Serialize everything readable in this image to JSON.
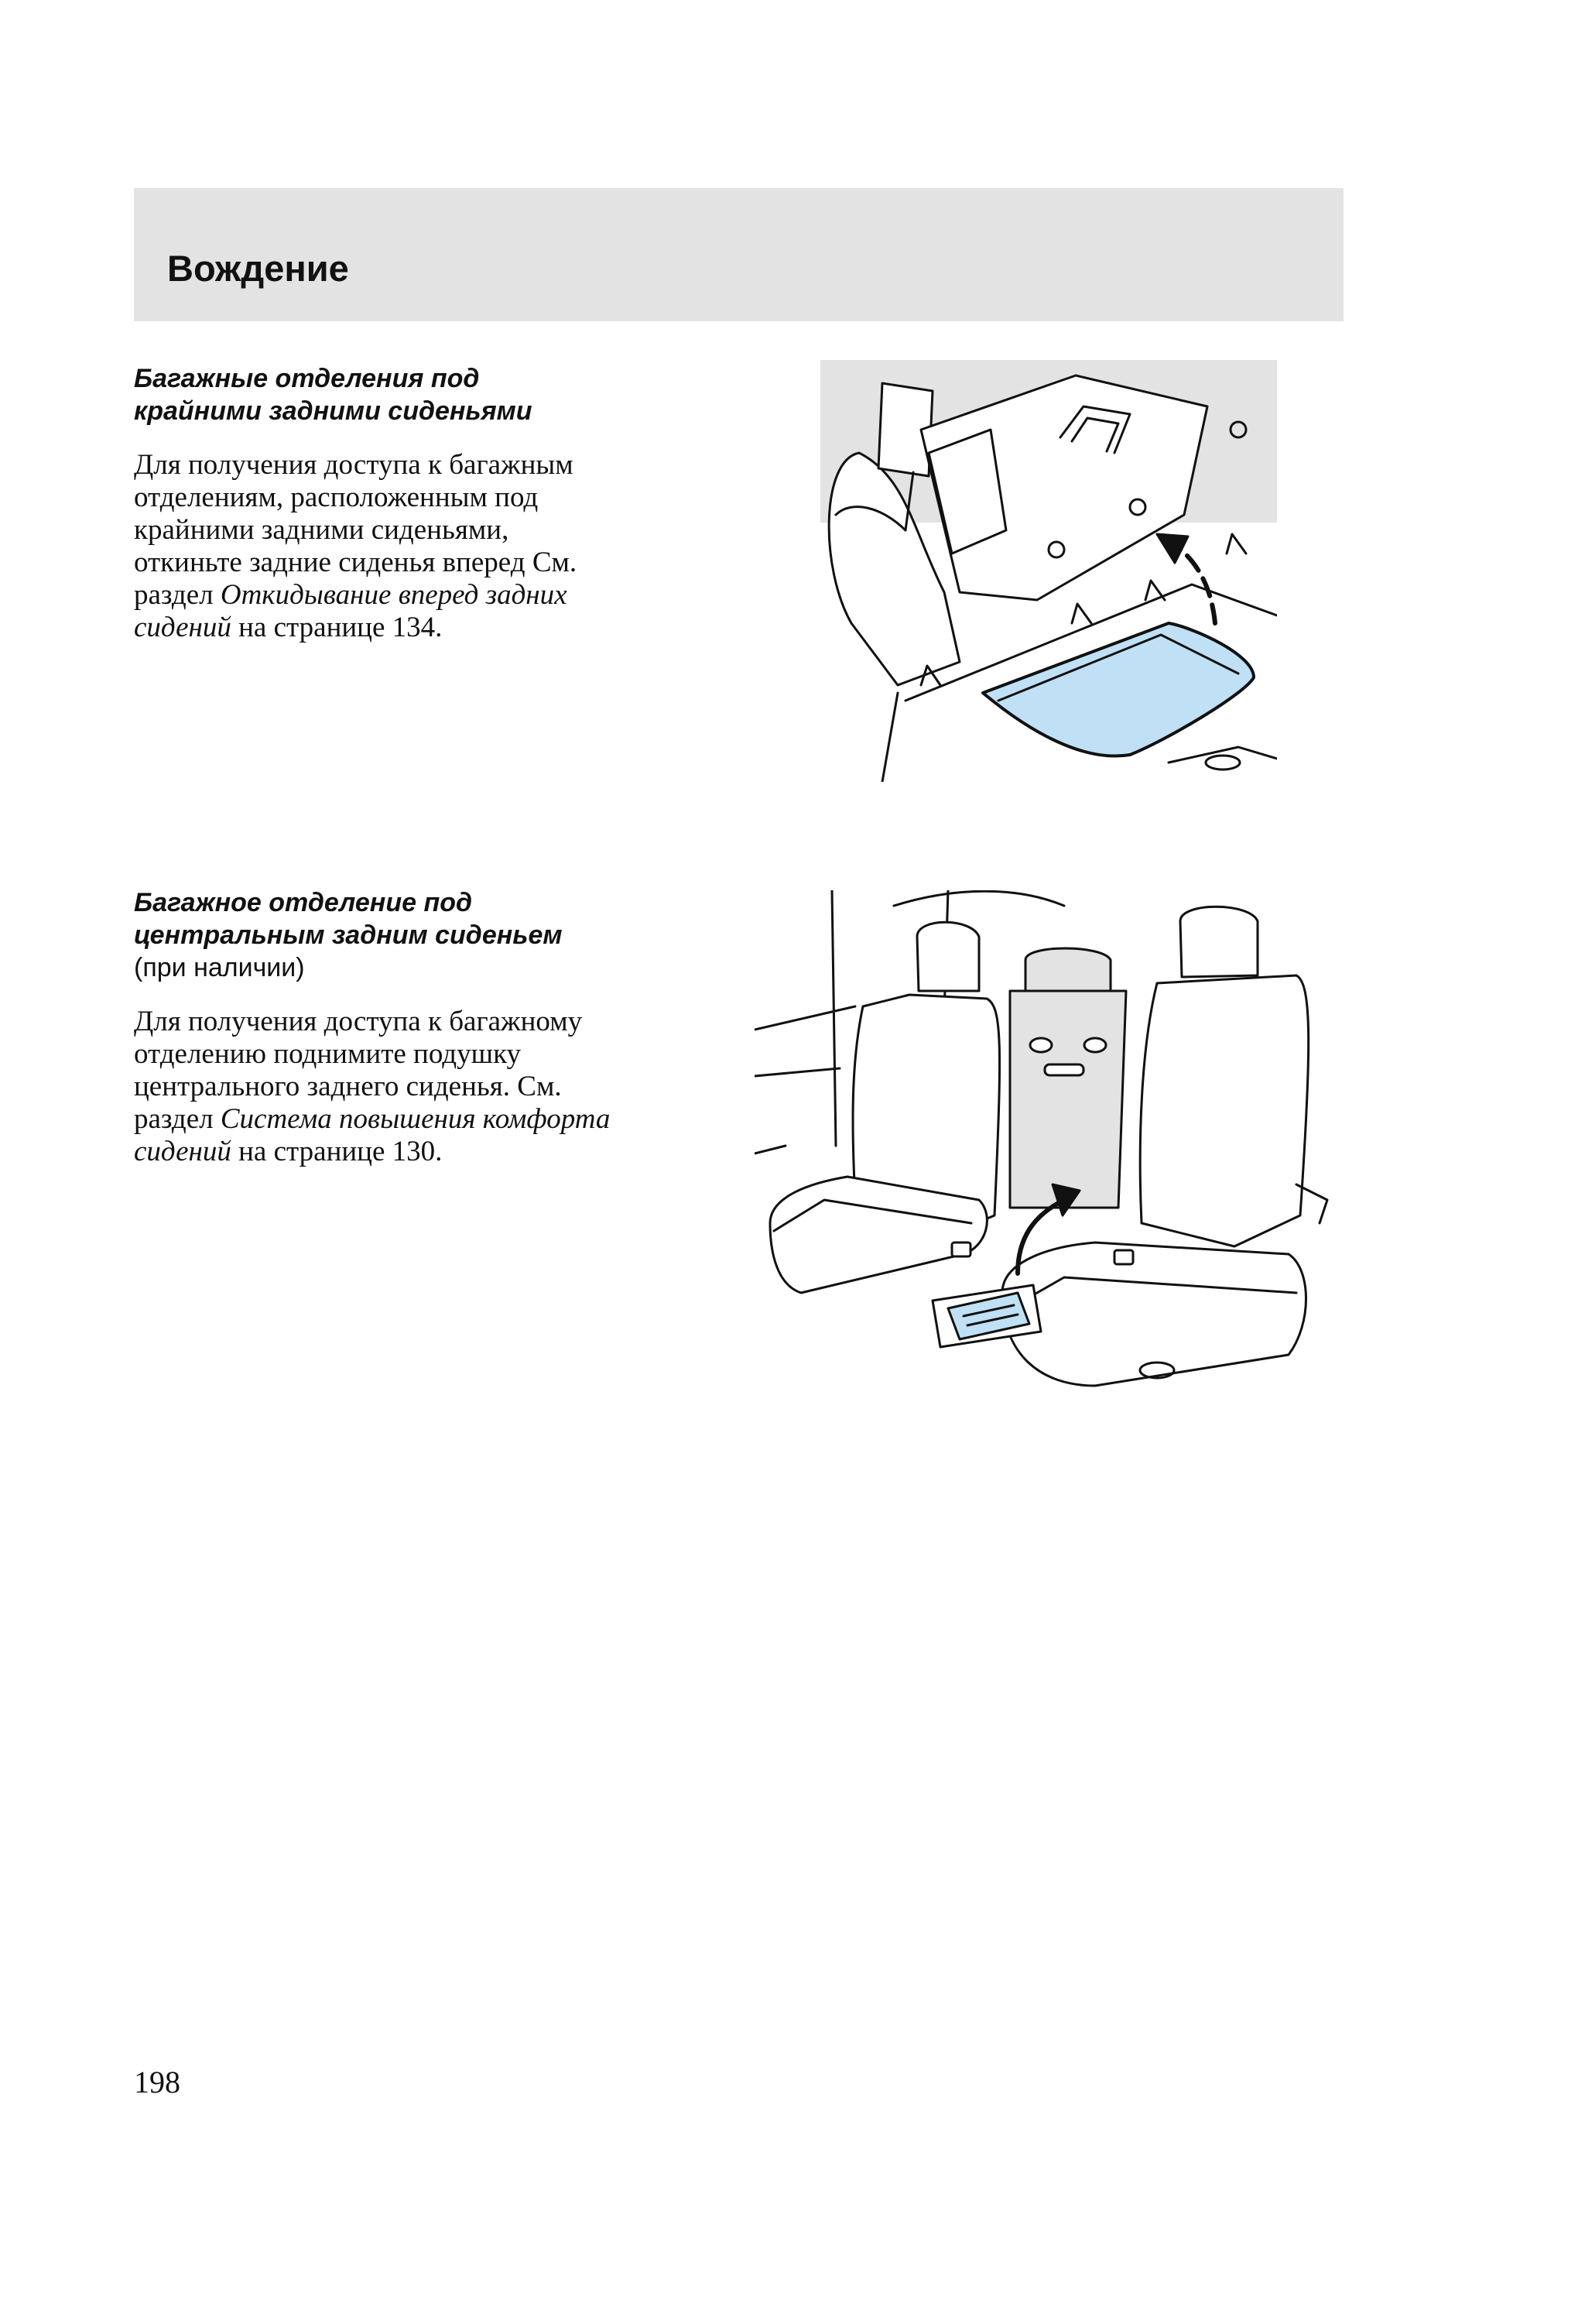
{
  "header": {
    "title": "Вождение"
  },
  "sections": [
    {
      "heading_line1": "Багажные отделения под",
      "heading_line2": "крайними задними сиденьями",
      "body_line1": "Для получения доступа к багажным",
      "body_line2": "отделениям, расположенным под",
      "body_line3": "крайними задними сиденьями,",
      "body_line4": "откиньте задние сиденья вперед См.",
      "body_line5_prefix": "раздел ",
      "body_line5_xref": "Откидывание вперед задних",
      "body_line6_xref": "сидений",
      "body_line6_suffix": " на странице 134."
    },
    {
      "heading_line1": "Багажное отделение под",
      "heading_line2": "центральным задним сиденьем",
      "note": "(при наличии)",
      "body_line1": " Для получения доступа к багажному",
      "body_line2": "отделению поднимите подушку",
      "body_line3": "центрального заднего сиденья. См.",
      "body_line4_prefix": "раздел ",
      "body_line4_xref": "Система повышения комфорта",
      "body_line5_xref": "сидений",
      "body_line5_suffix": " на странице 130."
    }
  ],
  "colors": {
    "header_band": "#e3e3e3",
    "compartment_blue": "#bfe0f5",
    "panel_gray": "#e3e3e3"
  },
  "page_number": "198"
}
